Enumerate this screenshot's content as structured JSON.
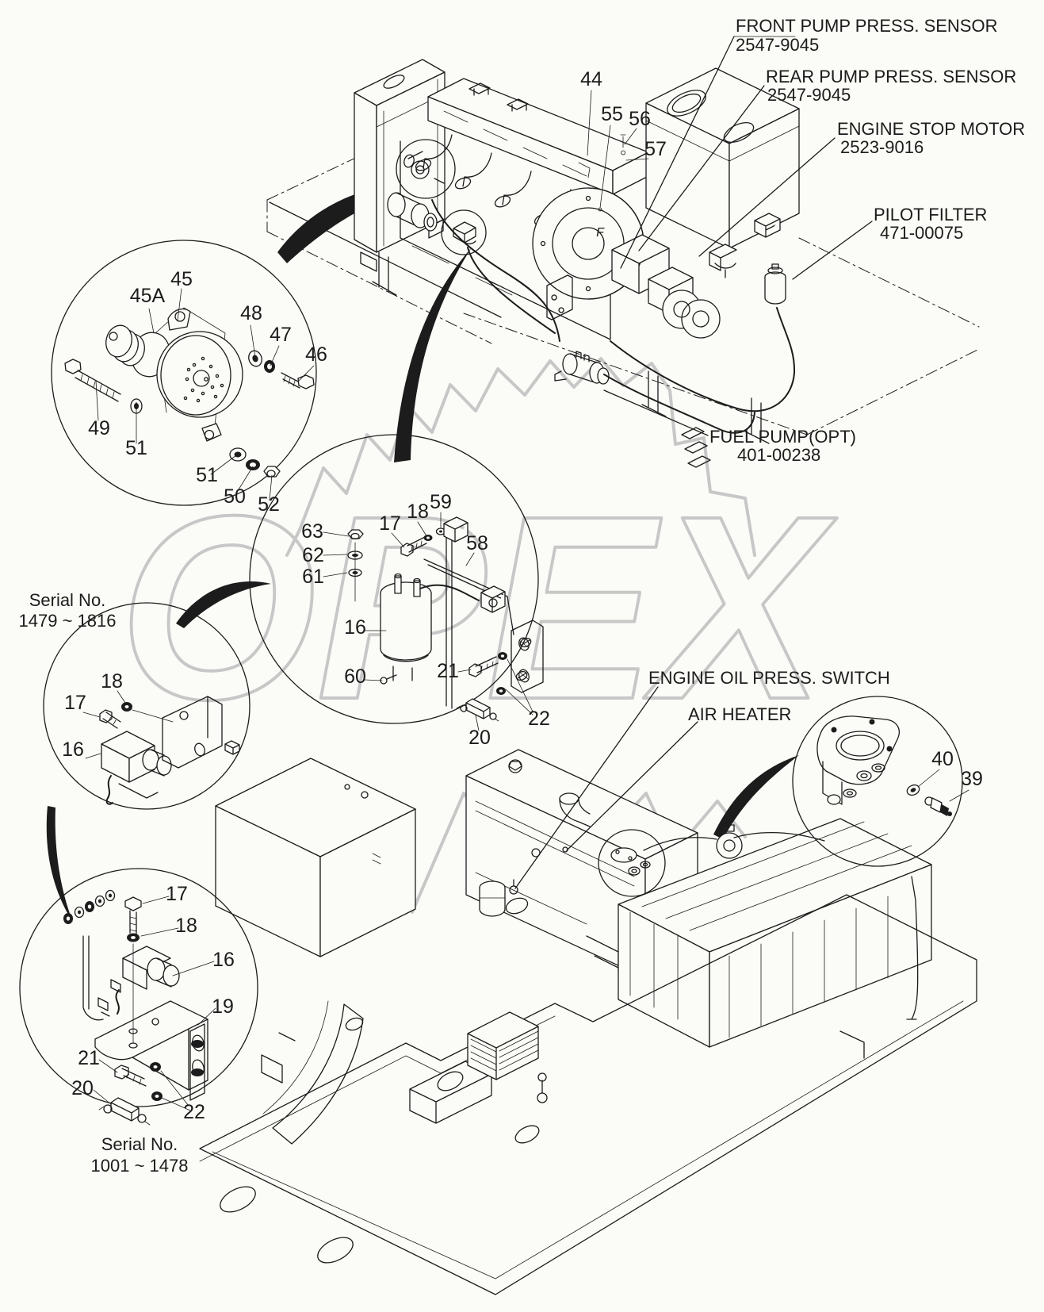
{
  "figure": {
    "background": "#fbfbf7",
    "ink": "#1c1c1c",
    "watermark_color": "#c7c7c7",
    "watermark_text": "OPEX",
    "flywheel_mark": "F"
  },
  "labels": {
    "front_pump_sensor": {
      "title": "FRONT PUMP PRESS. SENSOR",
      "part_no": "2547-9045"
    },
    "rear_pump_sensor": {
      "title": "REAR PUMP PRESS. SENSOR",
      "part_no": "2547-9045"
    },
    "engine_stop_motor": {
      "title": "ENGINE STOP MOTOR",
      "part_no": "2523-9016"
    },
    "pilot_filter": {
      "title": "PILOT FILTER",
      "part_no": "471-00075"
    },
    "fuel_pump": {
      "title": "FUEL PUMP(OPT)",
      "part_no": "401-00238"
    },
    "engine_oil_press_switch": {
      "title": "ENGINE OIL PRESS. SWITCH"
    },
    "air_heater": {
      "title": "AIR HEATER"
    },
    "serial_upper": {
      "title": "Serial No.",
      "range": "1479 ~ 1816"
    },
    "serial_lower": {
      "title": "Serial No.",
      "range": "1001 ~ 1478"
    }
  },
  "callouts": {
    "engine_top": [
      "44",
      "55",
      "56",
      "57"
    ],
    "alternator_detail": [
      "45",
      "45A",
      "48",
      "47",
      "46",
      "49",
      "51",
      "51",
      "50",
      "52"
    ],
    "stop_motor_detail": [
      "63",
      "62",
      "61",
      "17",
      "18",
      "59",
      "58",
      "16",
      "60",
      "21",
      "22",
      "20"
    ],
    "serial_upper_detail": [
      "18",
      "17",
      "16"
    ],
    "serial_lower_detail": [
      "17",
      "18",
      "16",
      "19",
      "21",
      "20",
      "22"
    ],
    "oil_switch_detail": [
      "40",
      "39"
    ]
  }
}
